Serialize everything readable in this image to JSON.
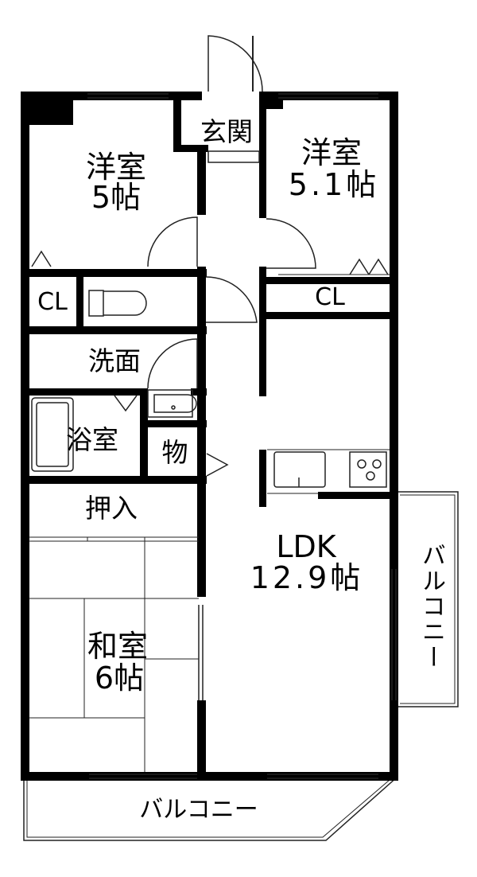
{
  "rooms": {
    "western1_name": "洋室",
    "western1_size": "5帖",
    "western2_name": "洋室",
    "western2_size": "5.1帖",
    "genkan": "玄関",
    "cl_left": "CL",
    "cl_right": "CL",
    "senmen": "洗面",
    "yokushitsu": "浴室",
    "mono": "物",
    "oshiire": "押入",
    "ldk_name": "LDK",
    "ldk_size": "12.9帖",
    "washitsu_name": "和室",
    "washitsu_size": "6帖",
    "balcony_side": "バルコニー",
    "balcony_bottom": "バルコニー"
  },
  "colors": {
    "wall": "#000000",
    "thin_line": "#222222",
    "background": "#ffffff"
  }
}
